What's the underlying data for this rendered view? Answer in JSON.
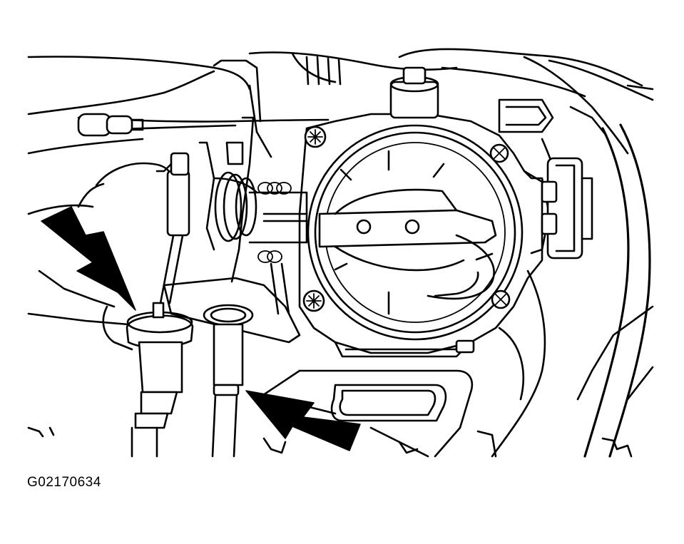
{
  "figure": {
    "id_label": "G02170634"
  },
  "colors": {
    "line": "#000000",
    "background": "#ffffff"
  },
  "callouts": [
    {
      "name": "callout-arrow-left",
      "icon": "arrow-icon"
    },
    {
      "name": "callout-arrow-right",
      "icon": "arrow-icon"
    }
  ]
}
